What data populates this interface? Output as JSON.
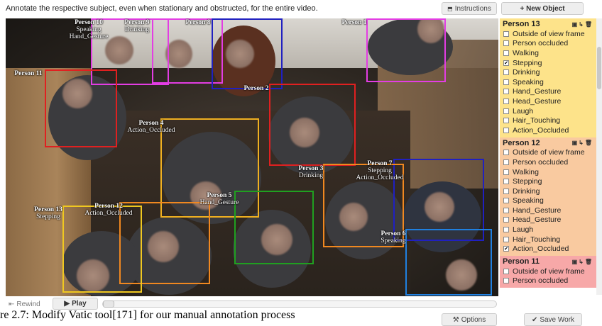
{
  "instructions_text": "Annotate the respective subject, even when stationary and obstructed, for the entire video.",
  "buttons": {
    "instructions": "Instructions",
    "new_object": "+ New Object",
    "rewind": "Rewind",
    "play": "Play",
    "options": "Options",
    "save_work": "Save Work"
  },
  "caption": "re 2.7: Modify Vatic tool[171] for our manual annotation process",
  "annotations": [
    {
      "name": "Person 10",
      "sub": [
        "Speaking",
        "Hand_Gesture"
      ],
      "color": "#e33de3"
    },
    {
      "name": "Person 9",
      "sub": [
        "Drinking"
      ],
      "color": "#e33de3"
    },
    {
      "name": "Person 8",
      "sub": [],
      "color": "#e33de3"
    },
    {
      "name": "Person 1",
      "sub": [],
      "color": "#e33de3"
    },
    {
      "name": "Person 11",
      "sub": [],
      "color": "#e02020"
    },
    {
      "name": "Person 2",
      "sub": [],
      "color": "#2020c0"
    },
    {
      "name": "Person 4",
      "sub": [
        "Action_Occluded"
      ],
      "color": "#f0b020"
    },
    {
      "name": "Person 3",
      "sub": [
        "Drinking"
      ],
      "color": "#e02020"
    },
    {
      "name": "Person 7",
      "sub": [
        "Stepping",
        "Action_Occluded"
      ],
      "color": "#f08820"
    },
    {
      "name": "Person 5",
      "sub": [
        "Hand_Gesture"
      ],
      "color": "#20a020"
    },
    {
      "name": "Person 13",
      "sub": [
        "Stepping"
      ],
      "color": "#f0c820"
    },
    {
      "name": "Person 12",
      "sub": [
        "Action_Occluded"
      ],
      "color": "#f08820"
    },
    {
      "name": "Person 6",
      "sub": [
        "Speaking"
      ],
      "color": "#2080e0"
    }
  ],
  "attribute_labels": [
    "Outside of view frame",
    "Person occluded",
    "Walking",
    "Stepping",
    "Drinking",
    "Speaking",
    "Hand_Gesture",
    "Head_Gesture",
    "Laugh",
    "Hair_Touching",
    "Action_Occluded"
  ],
  "objects": [
    {
      "title": "Person 13",
      "bg": "#fde38a",
      "checked": [
        false,
        false,
        false,
        true,
        false,
        false,
        false,
        false,
        false,
        false,
        false
      ]
    },
    {
      "title": "Person 12",
      "bg": "#f9caa0",
      "checked": [
        false,
        false,
        false,
        false,
        false,
        false,
        false,
        false,
        false,
        false,
        true
      ]
    },
    {
      "title": "Person 11",
      "bg": "#f7a8a8",
      "checked": [
        false,
        false
      ],
      "partial": true
    }
  ]
}
